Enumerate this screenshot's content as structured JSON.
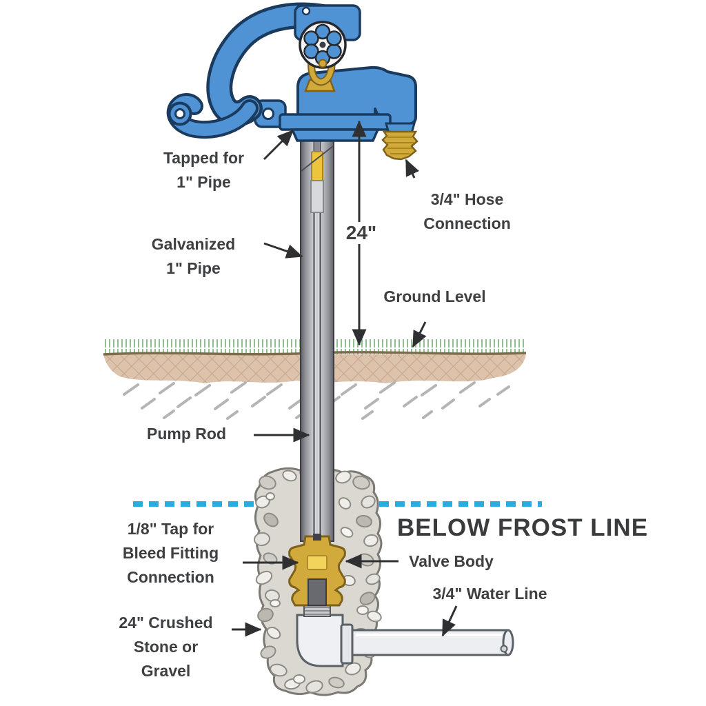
{
  "figure": {
    "type": "technical-diagram",
    "subject": "Frost-proof yard hydrant installation cross-section"
  },
  "labels": {
    "tapped_for_pipe": {
      "lines": [
        "Tapped for",
        "1\" Pipe"
      ]
    },
    "galvanized_pipe": {
      "lines": [
        "Galvanized",
        "1\" Pipe"
      ]
    },
    "hose_connection": {
      "lines": [
        "3/4\" Hose",
        "Connection"
      ]
    },
    "bury_depth": "24\"",
    "ground_level": "Ground Level",
    "pump_rod": "Pump Rod",
    "below_frost_line": "BELOW FROST LINE",
    "bleed_fitting": {
      "lines": [
        "1/8\" Tap for",
        "Bleed Fitting",
        "Connection"
      ]
    },
    "valve_body": "Valve Body",
    "water_line": "3/4\" Water Line",
    "crushed_stone": {
      "lines": [
        "24\" Crushed",
        "Stone or",
        "Gravel"
      ]
    }
  },
  "colors": {
    "hydrant_blue": "#4F93D4",
    "outline_navy": "#1A3A5E",
    "brass": "#D2A93B",
    "pipe_gray": "#A9ABB0",
    "frost_line_cyan": "#2AACE3",
    "soil_tan": "#DDC3AB",
    "grass_green": "#8FBE8F",
    "gravel_gray": "#DBD8D2",
    "label_text": "#3E3F41"
  }
}
